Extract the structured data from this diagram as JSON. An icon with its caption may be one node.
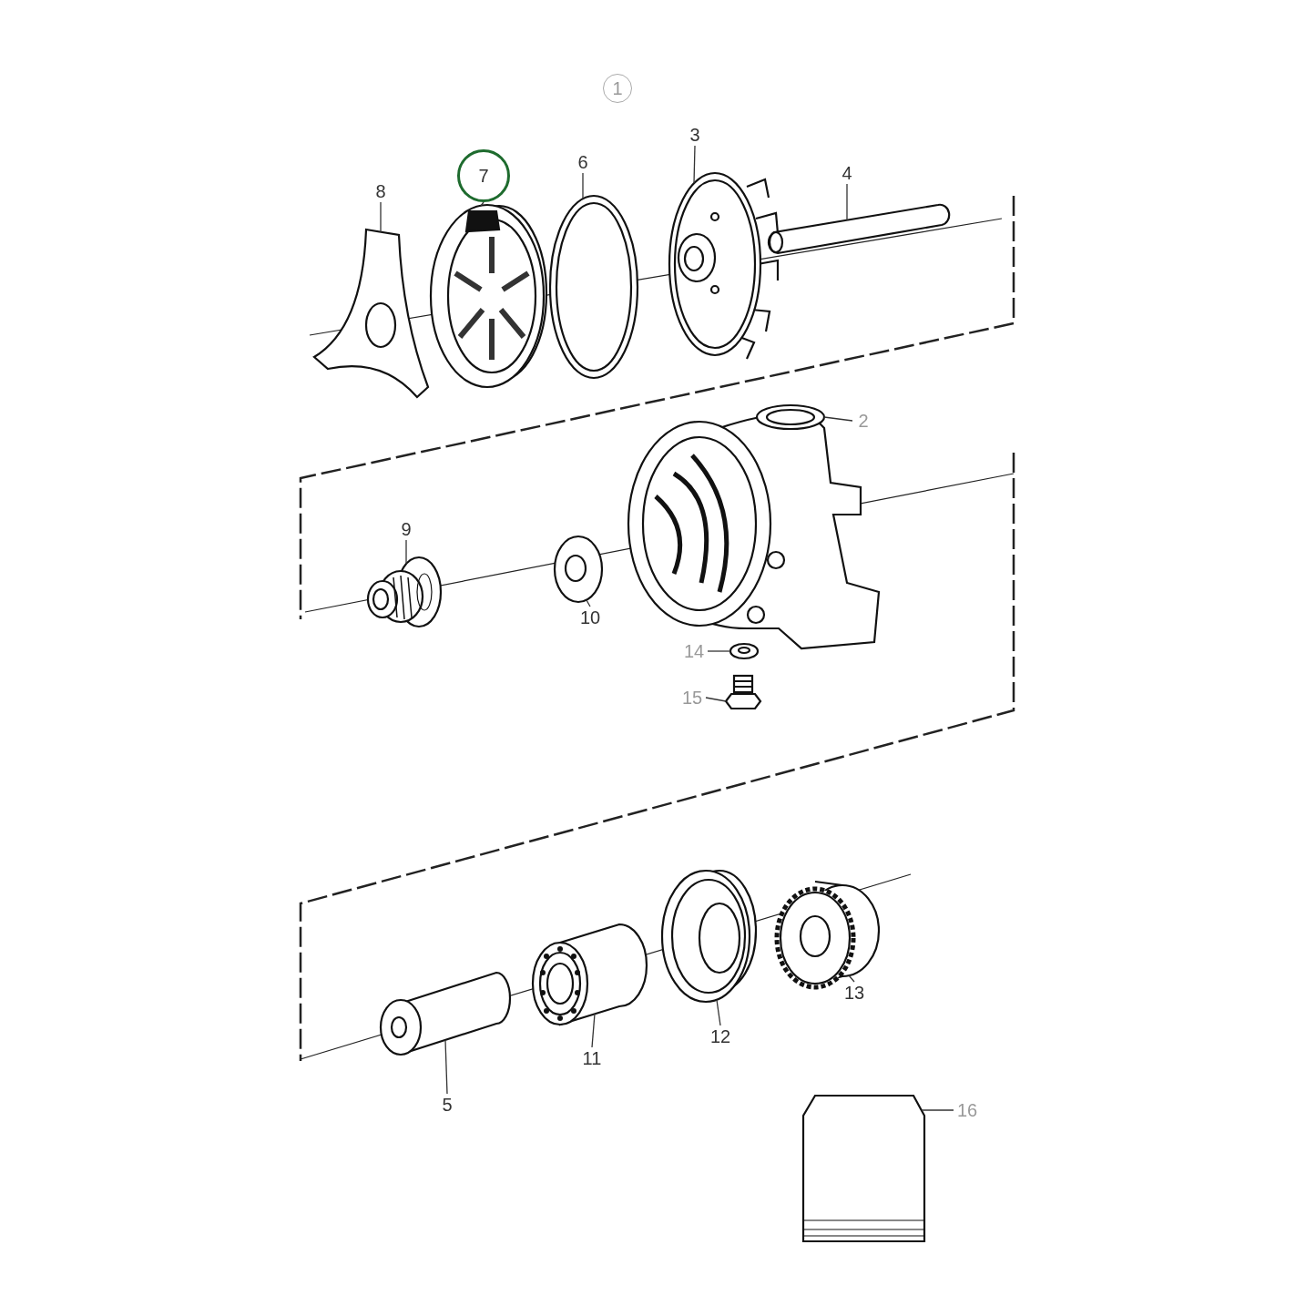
{
  "diagram": {
    "nodes": [
      {
        "text": [
          "1"
        ]
      },
      {
        "text": [
          "8"
        ]
      },
      {
        "text": [
          "7"
        ]
      },
      {
        "text": [
          "6"
        ]
      },
      {
        "text": [
          "3"
        ]
      },
      {
        "text": [
          "4"
        ]
      },
      {
        "text": [
          "2"
        ]
      },
      {
        "text": [
          "9"
        ]
      },
      {
        "text": [
          "10"
        ]
      },
      {
        "text": [
          "14"
        ]
      },
      {
        "text": [
          "15"
        ]
      },
      {
        "text": [
          "13"
        ]
      },
      {
        "text": [
          "12"
        ]
      },
      {
        "text": [
          "11"
        ]
      },
      {
        "text": [
          "5"
        ]
      },
      {
        "text": [
          "16"
        ]
      },
      {
        "text": [],
        "shape": "picture"
      },
      {
        "text": [],
        "shape": "picture"
      },
      {
        "text": [],
        "shape": "picture"
      },
      {
        "text": [],
        "shape": "picture"
      },
      {
        "text": [],
        "shape": "picture"
      },
      {
        "text": [],
        "shape": "picture"
      },
      {
        "text": [],
        "shape": "picture"
      },
      {
        "text": [],
        "shape": "picture"
      },
      {
        "text": [],
        "shape": "picture"
      },
      {
        "text": [],
        "shape": "picture"
      },
      {
        "text": [],
        "shape": "picture"
      },
      {
        "text": [],
        "shape": "picture"
      },
      {
        "text": [],
        "shape": "picture"
      },
      {
        "text": [],
        "shape": "picture"
      },
      {
        "text": [],
        "shape": "picture"
      }
    ],
    "edges": [
      {
        "from": 1,
        "to": 16,
        "arrow": "none"
      },
      {
        "from": 2,
        "to": 17,
        "arrow": "none"
      },
      {
        "from": 3,
        "to": 18,
        "arrow": "none"
      },
      {
        "from": 4,
        "to": 19,
        "arrow": "none"
      },
      {
        "from": 5,
        "to": 20,
        "arrow": "none"
      },
      {
        "from": 6,
        "to": 21,
        "arrow": "none"
      },
      {
        "from": 7,
        "to": 22,
        "arrow": "none"
      },
      {
        "from": 8,
        "to": 23,
        "arrow": "none"
      },
      {
        "from": 9,
        "to": 24,
        "arrow": "none"
      },
      {
        "from": 10,
        "to": 25,
        "arrow": "none"
      },
      {
        "from": 11,
        "to": 26,
        "arrow": "none"
      },
      {
        "from": 12,
        "to": 27,
        "arrow": "none"
      },
      {
        "from": 13,
        "to": 28,
        "arrow": "none"
      },
      {
        "from": 14,
        "to": 29,
        "arrow": "none"
      },
      {
        "from": 15,
        "to": 30,
        "arrow": "none"
      }
    ]
  }
}
